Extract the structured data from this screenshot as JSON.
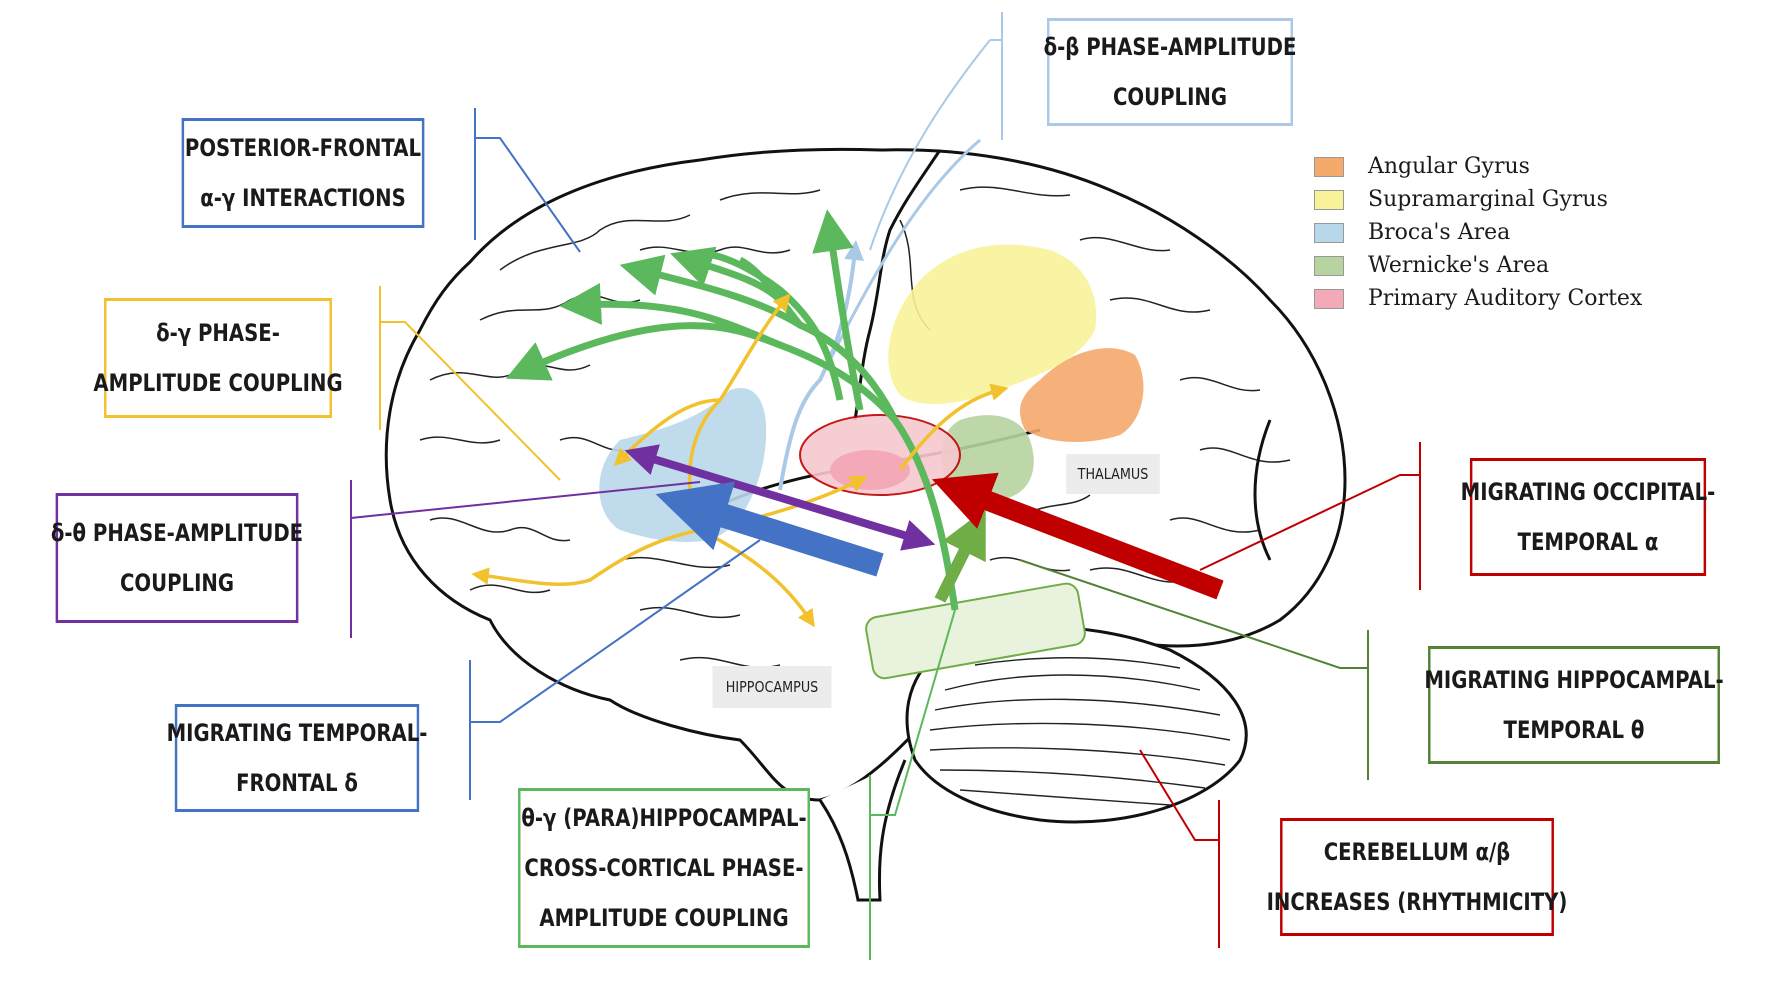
{
  "labels": {
    "delta_beta": {
      "lines": [
        "δ-β PHASE-AMPLITUDE",
        "COUPLING"
      ],
      "color": "#a9c9e6"
    },
    "posterior_frontal": {
      "lines": [
        "POSTERIOR-FRONTAL",
        "α-γ INTERACTIONS"
      ],
      "color": "#4472c4"
    },
    "delta_gamma": {
      "lines": [
        "δ-γ PHASE-",
        "AMPLITUDE COUPLING"
      ],
      "color": "#f2c12e"
    },
    "delta_theta": {
      "lines": [
        "δ-θ PHASE-AMPLITUDE",
        "COUPLING"
      ],
      "color": "#7030a0"
    },
    "temporal_frontal": {
      "lines": [
        "MIGRATING TEMPORAL-",
        "FRONTAL δ"
      ],
      "color": "#4472c4"
    },
    "theta_gamma": {
      "lines": [
        "θ-γ (PARA)HIPPOCAMPAL-",
        "CROSS-CORTICAL PHASE-",
        "AMPLITUDE COUPLING"
      ],
      "color": "#5cb85c"
    },
    "occipital_temporal": {
      "lines": [
        "MIGRATING OCCIPITAL-",
        "TEMPORAL α"
      ],
      "color": "#c00000"
    },
    "hippocampal_temporal": {
      "lines": [
        "MIGRATING HIPPOCAMPAL-",
        "TEMPORAL θ"
      ],
      "color": "#548235"
    },
    "cerebellum": {
      "lines": [
        "CEREBELLUM α/β",
        "INCREASES (RHYTHMICITY)"
      ],
      "color": "#c00000"
    }
  },
  "legend": [
    {
      "label": "Angular Gyrus",
      "color": "#f5a96b"
    },
    {
      "label": "Supramarginal Gyrus",
      "color": "#f8f39a"
    },
    {
      "label": "Broca's Area",
      "color": "#b9d7ea"
    },
    {
      "label": "Wernicke's Area",
      "color": "#b7d3a0"
    },
    {
      "label": "Primary Auditory Cortex",
      "color": "#f3a9b8"
    }
  ],
  "structures": {
    "thalamus": "THALAMUS",
    "hippocampus": "HIPPOCAMPUS"
  },
  "colors": {
    "green_arrow": "#5cb85c",
    "dark_green_arrow": "#70ad47",
    "blue_arrow": "#4472c4",
    "red_arrow": "#c00000",
    "purple_arrow": "#7030a0",
    "yellow_arrow": "#f2c12e",
    "light_blue_arrow": "#a9c9e6"
  }
}
